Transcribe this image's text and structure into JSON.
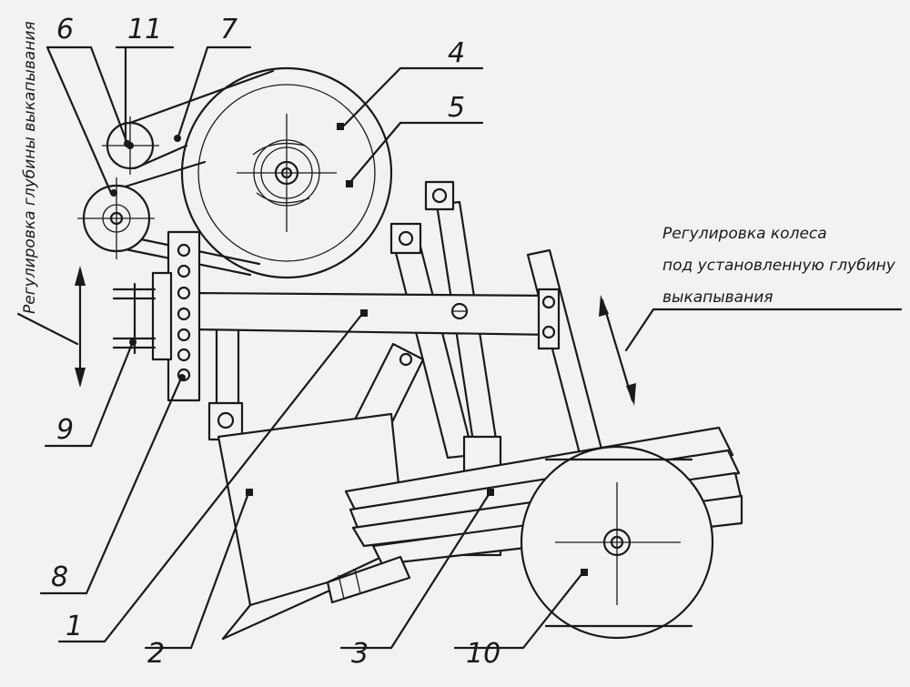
{
  "labels": {
    "n1": "1",
    "n2": "2",
    "n3": "3",
    "n4": "4",
    "n5": "5",
    "n6": "6",
    "n7": "7",
    "n8": "8",
    "n9": "9",
    "n10": "10",
    "n11": "11"
  },
  "notes": {
    "depth_adjust": "Регулировка глубины выкапывания",
    "wheel_adjust_1": "Регулировка колеса",
    "wheel_adjust_2": "под установленную глубину",
    "wheel_adjust_3": "выкапывания"
  }
}
